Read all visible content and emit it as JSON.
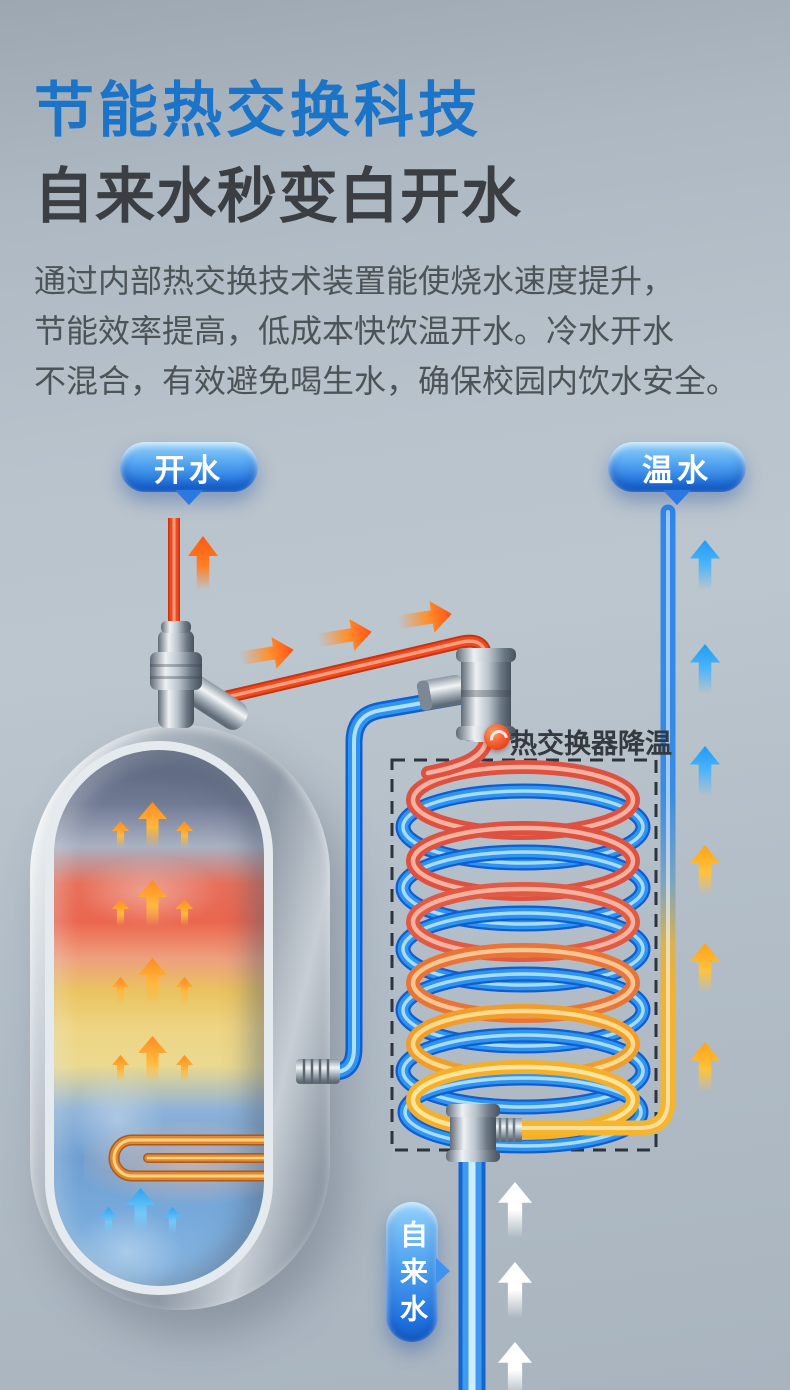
{
  "header": {
    "title_line1": "节能热交换科技",
    "title_line2": "自来水秒变白开水",
    "paragraph_lines": [
      "通过内部热交换技术装置能使烧水速度提升，",
      "节能效率提高，低成本快饮温开水。冷水开水",
      "不混合，有效避免喝生水，确保校园内饮水安全。"
    ]
  },
  "diagram": {
    "labels": {
      "boiling_water": "开水",
      "warm_water": "温水",
      "tap_water": "自来水",
      "heat_exchanger_note": "热交换器降温"
    },
    "colors": {
      "title_blue": "#1b74c8",
      "title_dark": "#3b3f43",
      "pill_gradient_top": "#93d2f9",
      "pill_gradient_bottom": "#1a66d4",
      "hot_pipe_red": "#e8401c",
      "cold_pipe_blue": "#1879e8",
      "warm_pipe_yellow": "#f5b42c"
    }
  }
}
